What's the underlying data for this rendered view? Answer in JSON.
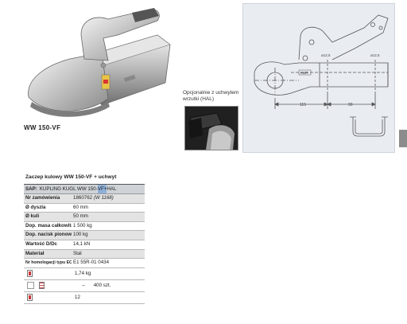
{
  "product": {
    "model": "WW 150-VF"
  },
  "inset": {
    "caption": "Opcjonalnie z uchwytem wrzutki (HAL)"
  },
  "drawing": {
    "dim_left": "115",
    "dim_right": "90",
    "hole_left": "ø12,5",
    "hole_right": "ø12,5",
    "brand_mark": "AMR"
  },
  "spec_table": {
    "title": "Zaczep kulowy WW 150-VF + uchwyt",
    "sap_label": "SAP:",
    "sap_value_pre": "KUPLING KUGL WW 150-",
    "sap_value_hl": "VF+",
    "sap_value_post": "HAL",
    "rows": [
      {
        "label": "Nr zamówienia",
        "value": "1860762",
        "note": "(W 1168)"
      },
      {
        "label": "Ø dyszla",
        "value": "60 mm"
      },
      {
        "label": "Ø kuli",
        "value": "50 mm"
      },
      {
        "label": "Dop. masa całkowita",
        "value": "1 500 kg"
      },
      {
        "label": "Dop. nacisk pionowy S",
        "value": "100 kg"
      },
      {
        "label": "Wartość D/Dc",
        "value": "14,1 kN"
      },
      {
        "label": "Materiał",
        "value": "Stal"
      },
      {
        "label": "Nr homologacji typu ECE",
        "value": "E1 55R-01 0434"
      }
    ],
    "weight": "1,74 kg",
    "pallet_dash": "–",
    "pallet_count": "400 szt.",
    "pack_count": "12"
  }
}
